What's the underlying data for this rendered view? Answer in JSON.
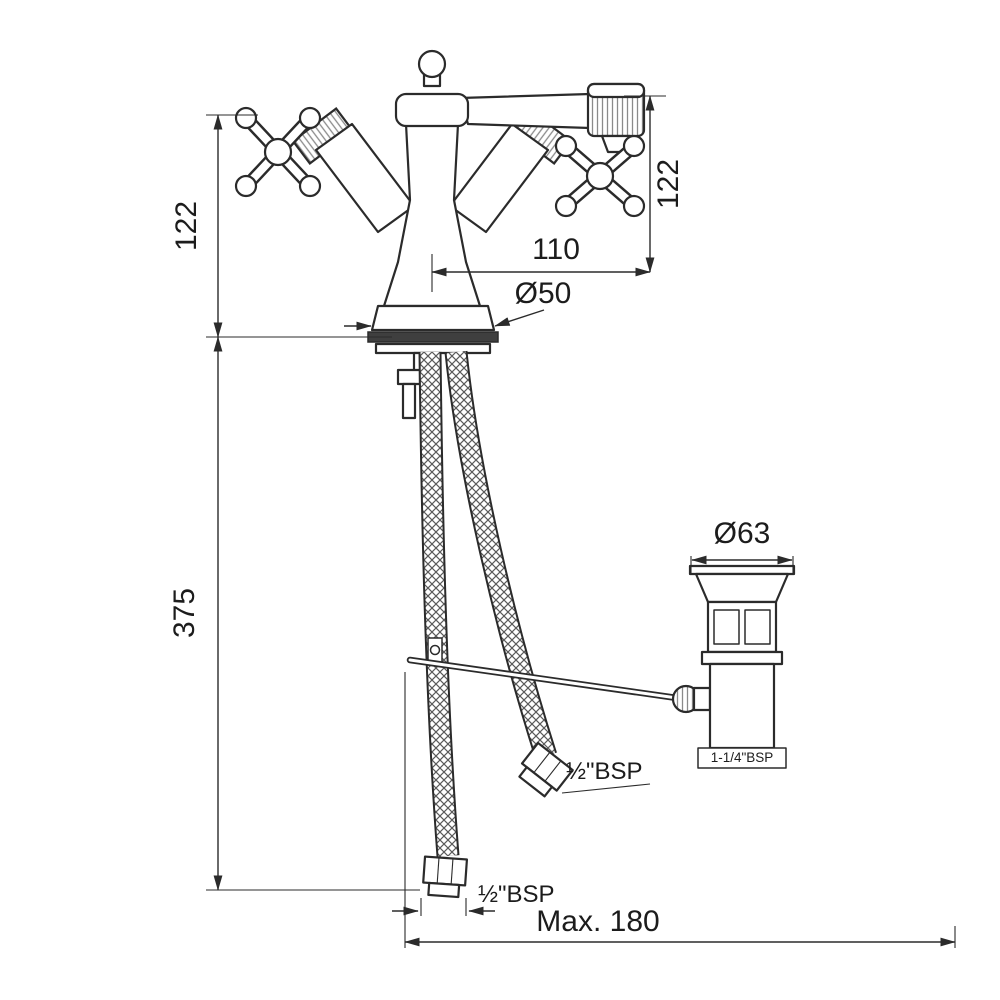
{
  "diagram": {
    "type": "technical_dimension_drawing",
    "colors": {
      "line": "#2b2b2b",
      "text": "#1c1c1c",
      "background": "#ffffff"
    },
    "labels": {
      "height_left": "122",
      "height_right": "122",
      "width_top": "110",
      "base_diameter": "Ø50",
      "hose_drop": "375",
      "waste_flange_diameter": "Ø63",
      "hose_thread_upper": "½\"BSP",
      "hose_thread_lower": "½\"BSP",
      "waste_thread": "1-1/4\"BSP",
      "max_distance": "Max. 180"
    }
  }
}
